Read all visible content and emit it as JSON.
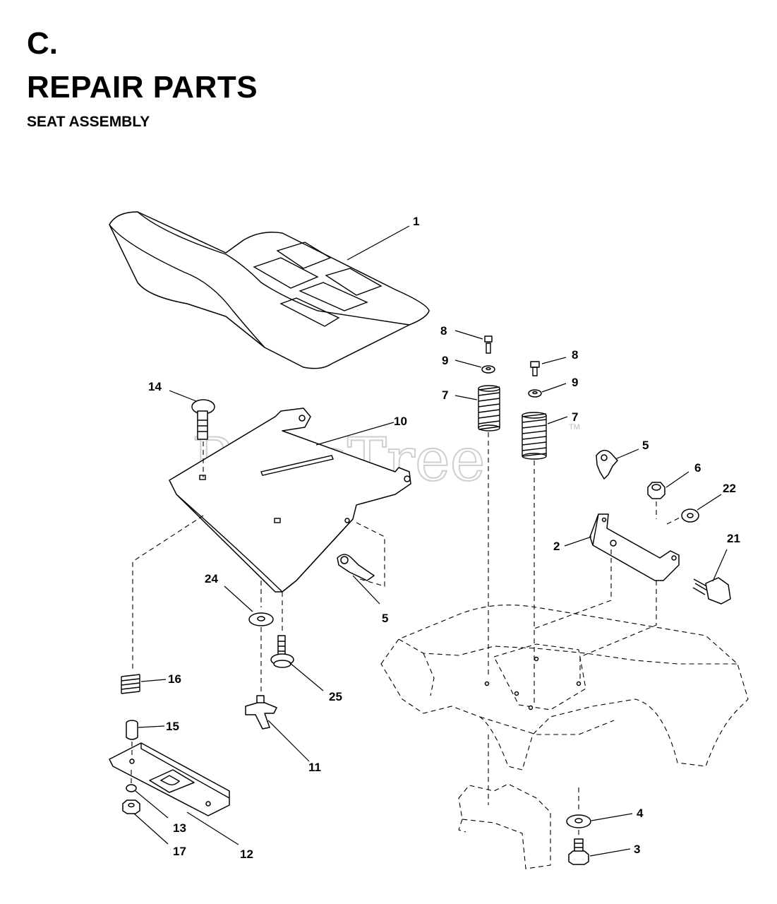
{
  "header": {
    "section": "C.",
    "title": "REPAIR PARTS",
    "subtitle": "SEAT ASSEMBLY"
  },
  "watermark": {
    "text": "PartsTree",
    "trademark": "TM"
  },
  "callouts": {
    "p1": "1",
    "p2": "2",
    "p3": "3",
    "p4": "4",
    "p5a": "5",
    "p5b": "5",
    "p6": "6",
    "p7a": "7",
    "p7b": "7",
    "p8a": "8",
    "p8b": "8",
    "p9a": "9",
    "p9b": "9",
    "p10": "10",
    "p11": "11",
    "p12": "12",
    "p13": "13",
    "p14": "14",
    "p15": "15",
    "p16": "16",
    "p17": "17",
    "p21": "21",
    "p22": "22",
    "p24": "24",
    "p25": "25"
  }
}
